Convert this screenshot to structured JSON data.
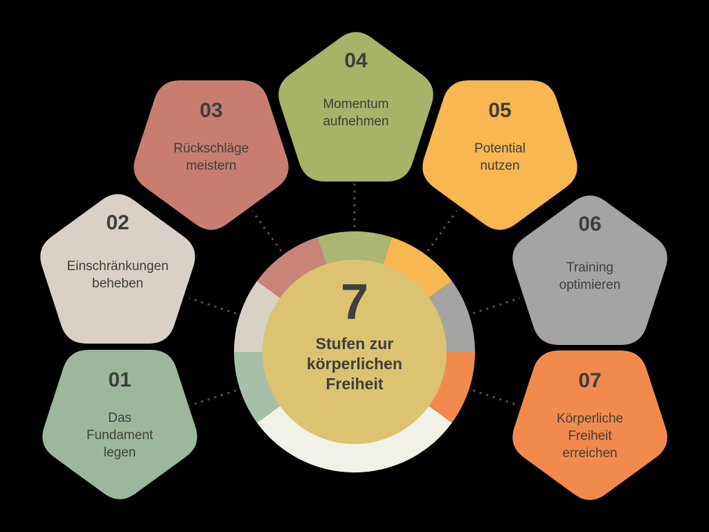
{
  "center": {
    "number": "7",
    "title_lines": [
      "Stufen zur",
      "körperlichen",
      "Freiheit"
    ],
    "circle_color": "#dcc372",
    "text_color": "#3e3e3c"
  },
  "ring": {
    "filler_color": "#f2f1e8"
  },
  "connector": {
    "style": "dotted",
    "color": "#525250"
  },
  "steps": [
    {
      "number": "01",
      "label_lines": [
        "Das",
        "Fundament",
        "legen"
      ],
      "color": "#9bb89c",
      "ring_color": "#a6c0a7"
    },
    {
      "number": "02",
      "label_lines": [
        "Einschränkungen",
        "beheben"
      ],
      "color": "#d9d1c7",
      "ring_color": "#d9d1c6"
    },
    {
      "number": "03",
      "label_lines": [
        "Rückschläge",
        "meistern"
      ],
      "color": "#c77e70",
      "ring_color": "#c98479"
    },
    {
      "number": "04",
      "label_lines": [
        "Momentum",
        "aufnehmen"
      ],
      "color": "#a8b368",
      "ring_color": "#abb673"
    },
    {
      "number": "05",
      "label_lines": [
        "Potential",
        "nutzen"
      ],
      "color": "#f8b750",
      "ring_color": "#f8b750"
    },
    {
      "number": "06",
      "label_lines": [
        "Training",
        "optimieren"
      ],
      "color": "#a4a4a2",
      "ring_color": "#a4a4a2"
    },
    {
      "number": "07",
      "label_lines": [
        "Körperliche",
        "Freiheit",
        "erreichen"
      ],
      "color": "#f28a4d",
      "ring_color": "#f28a4d"
    }
  ]
}
